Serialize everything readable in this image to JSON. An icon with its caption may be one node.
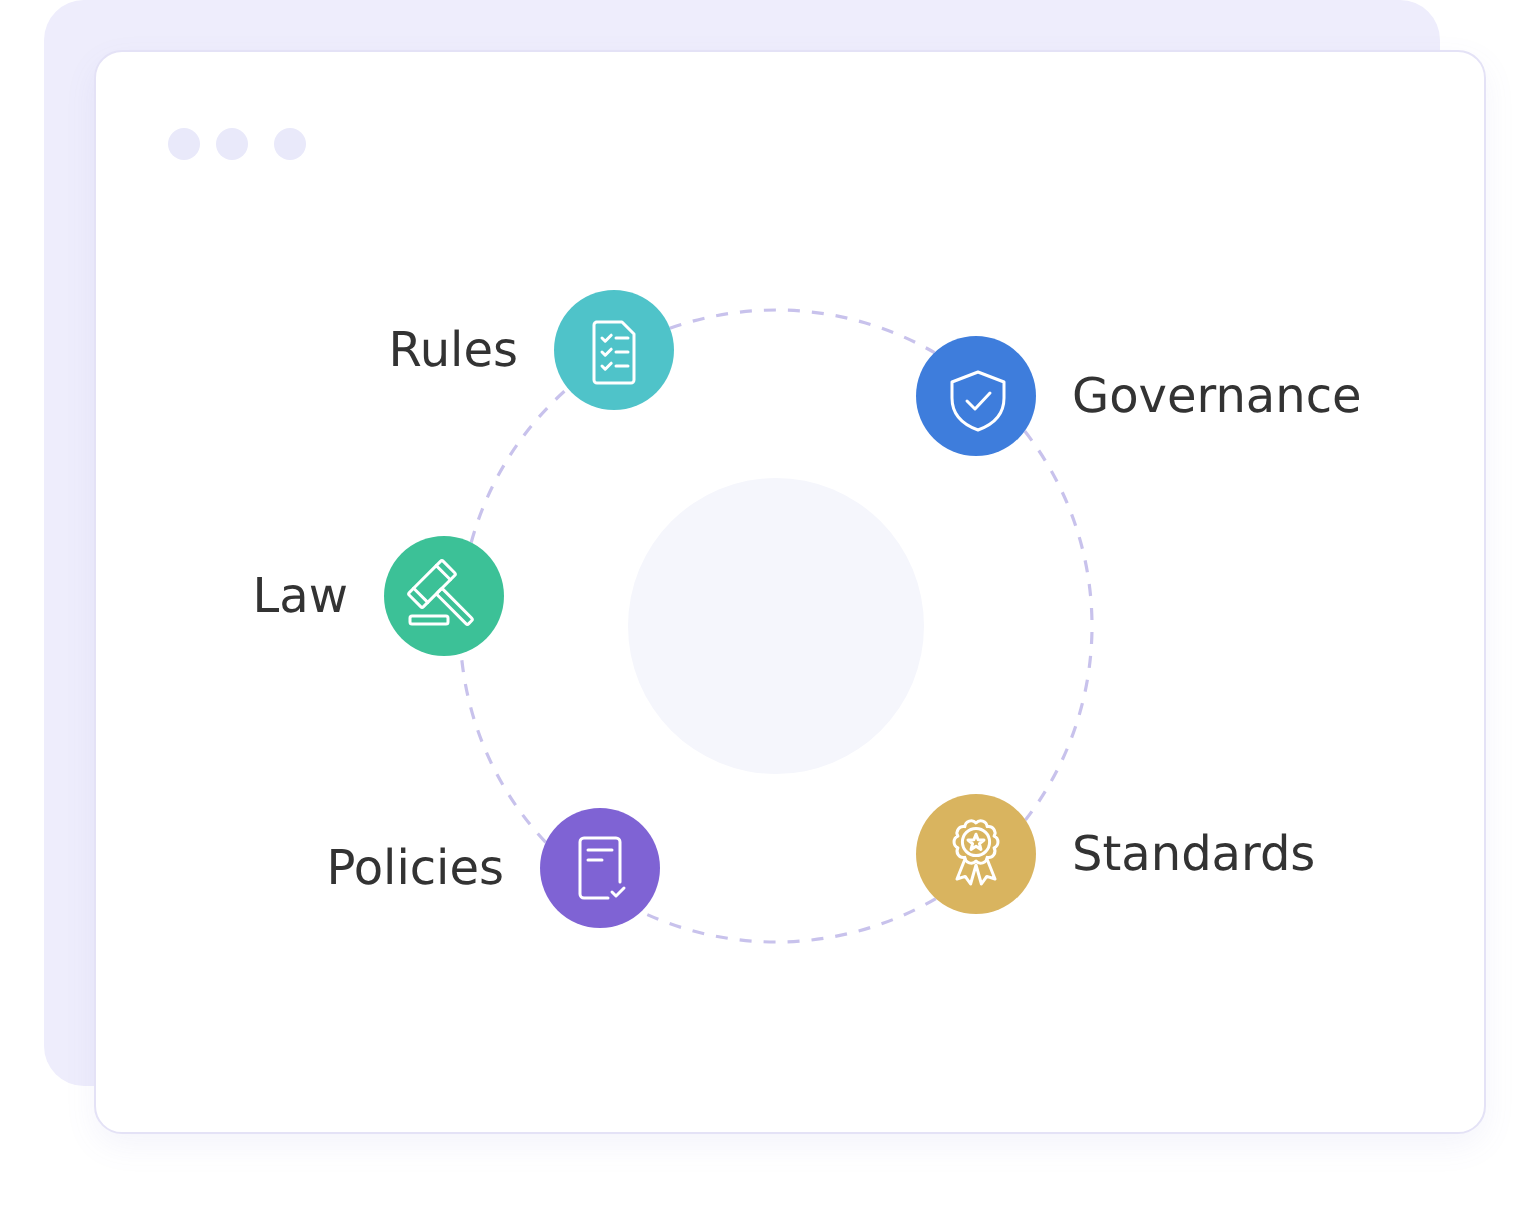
{
  "diagram": {
    "nodes": [
      {
        "text": [
          "Rules"
        ]
      },
      {
        "text": [
          "Governance"
        ]
      },
      {
        "text": [
          "Law"
        ]
      },
      {
        "text": [],
        "shape": "circle"
      },
      {
        "text": [
          "Policies"
        ]
      },
      {
        "text": [
          "Standards"
        ]
      }
    ],
    "edges": [
      {
        "from": 0,
        "to": 1,
        "arrow": "none",
        "style": "dashed"
      },
      {
        "from": 1,
        "to": 5,
        "arrow": "none",
        "style": "dashed"
      },
      {
        "from": 5,
        "to": 4,
        "arrow": "none",
        "style": "dashed"
      },
      {
        "from": 4,
        "to": 2,
        "arrow": "none",
        "style": "dashed"
      },
      {
        "from": 2,
        "to": 0,
        "arrow": "none",
        "style": "dashed"
      }
    ]
  }
}
